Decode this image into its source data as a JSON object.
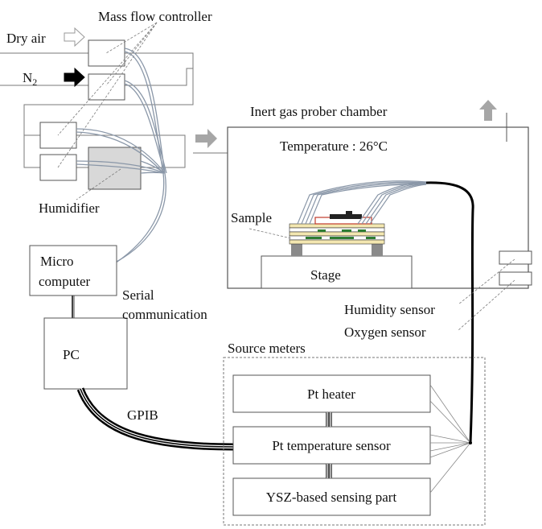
{
  "labels": {
    "mass_flow_controller": "Mass flow controller",
    "dry_air": "Dry air",
    "n2_main": "N",
    "n2_sub": "2",
    "inert_chamber": "Inert gas prober chamber",
    "temperature": "Temperature : 26°C",
    "humidifier": "Humidifier",
    "sample": "Sample",
    "stage": "Stage",
    "micro_line1": "Micro",
    "micro_line2": "computer",
    "serial_line1": "Serial",
    "serial_line2": "communication",
    "humidity_sensor": "Humidity sensor",
    "oxygen_sensor": "Oxygen sensor",
    "pc": "PC",
    "source_meters": "Source meters",
    "gpib": "GPIB",
    "pt_heater": "Pt heater",
    "pt_temp_sensor": "Pt temperature sensor",
    "ysz_part": "YSZ-based sensing part"
  },
  "colors": {
    "line": "#7a7a7a",
    "box_stroke": "#555555",
    "tube": "#8a97a8",
    "humidifier_fill": "#d8d8d8",
    "arrow_gray": "#a6a6a6",
    "cable": "#000000",
    "heater_red": "#c0392b",
    "layer_yellow": "#f3e7b0",
    "layer_green": "#2e7d32"
  }
}
